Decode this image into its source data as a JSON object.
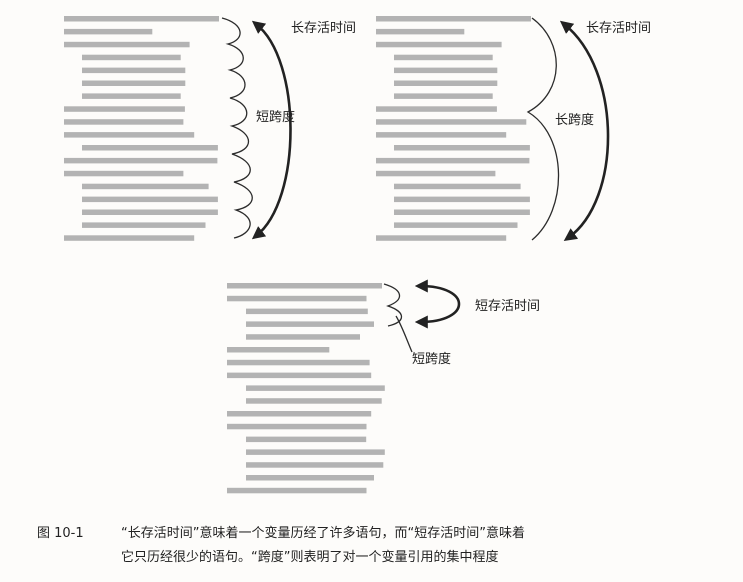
{
  "diagrams": [
    {
      "id": "long-live-short-span",
      "live_label": "长存活时间",
      "span_label": "短跨度",
      "code_lines": [
        {
          "indent": 0,
          "length": 1.0
        },
        {
          "indent": 0,
          "length": 0.57
        },
        {
          "indent": 0,
          "length": 0.81
        },
        {
          "indent": 1,
          "length": 0.66
        },
        {
          "indent": 1,
          "length": 0.69
        },
        {
          "indent": 1,
          "length": 0.69
        },
        {
          "indent": 1,
          "length": 0.66
        },
        {
          "indent": 0,
          "length": 0.78
        },
        {
          "indent": 0,
          "length": 0.77
        },
        {
          "indent": 0,
          "length": 0.84
        },
        {
          "indent": 1,
          "length": 0.9
        },
        {
          "indent": 0,
          "length": 0.99
        },
        {
          "indent": 0,
          "length": 0.77
        },
        {
          "indent": 1,
          "length": 0.84
        },
        {
          "indent": 1,
          "length": 0.9
        },
        {
          "indent": 1,
          "length": 0.9
        },
        {
          "indent": 1,
          "length": 0.82
        },
        {
          "indent": 0,
          "length": 0.84
        }
      ]
    },
    {
      "id": "long-live-long-span",
      "live_label": "长存活时间",
      "span_label": "长跨度",
      "code_lines": [
        {
          "indent": 0,
          "length": 1.0
        },
        {
          "indent": 0,
          "length": 0.57
        },
        {
          "indent": 0,
          "length": 0.81
        },
        {
          "indent": 1,
          "length": 0.66
        },
        {
          "indent": 1,
          "length": 0.69
        },
        {
          "indent": 1,
          "length": 0.69
        },
        {
          "indent": 1,
          "length": 0.66
        },
        {
          "indent": 0,
          "length": 0.78
        },
        {
          "indent": 0,
          "length": 0.97
        },
        {
          "indent": 0,
          "length": 0.84
        },
        {
          "indent": 1,
          "length": 0.9
        },
        {
          "indent": 0,
          "length": 0.99
        },
        {
          "indent": 0,
          "length": 0.77
        },
        {
          "indent": 1,
          "length": 0.84
        },
        {
          "indent": 1,
          "length": 0.9
        },
        {
          "indent": 1,
          "length": 0.9
        },
        {
          "indent": 1,
          "length": 0.82
        },
        {
          "indent": 0,
          "length": 0.84
        }
      ]
    },
    {
      "id": "short-live-short-span",
      "live_label": "短存活时间",
      "span_label": "短跨度",
      "code_lines": [
        {
          "indent": 0,
          "length": 1.0
        },
        {
          "indent": 0,
          "length": 0.9
        },
        {
          "indent": 1,
          "length": 0.81
        },
        {
          "indent": 1,
          "length": 0.85
        },
        {
          "indent": 1,
          "length": 0.76
        },
        {
          "indent": 0,
          "length": 0.66
        },
        {
          "indent": 0,
          "length": 0.92
        },
        {
          "indent": 0,
          "length": 0.93
        },
        {
          "indent": 1,
          "length": 0.92
        },
        {
          "indent": 1,
          "length": 0.9
        },
        {
          "indent": 0,
          "length": 0.93
        },
        {
          "indent": 0,
          "length": 0.9
        },
        {
          "indent": 1,
          "length": 0.8
        },
        {
          "indent": 1,
          "length": 0.92
        },
        {
          "indent": 1,
          "length": 0.91
        },
        {
          "indent": 1,
          "length": 0.85
        },
        {
          "indent": 0,
          "length": 0.9
        }
      ]
    }
  ],
  "caption": {
    "figure_number": "图 10-1",
    "line1": "“长存活时间”意味着一个变量历经了许多语句，而“短存活时间”意味着",
    "line2": "它只历经很少的语句。“跨度”则表明了对一个变量引用的集中程度"
  }
}
